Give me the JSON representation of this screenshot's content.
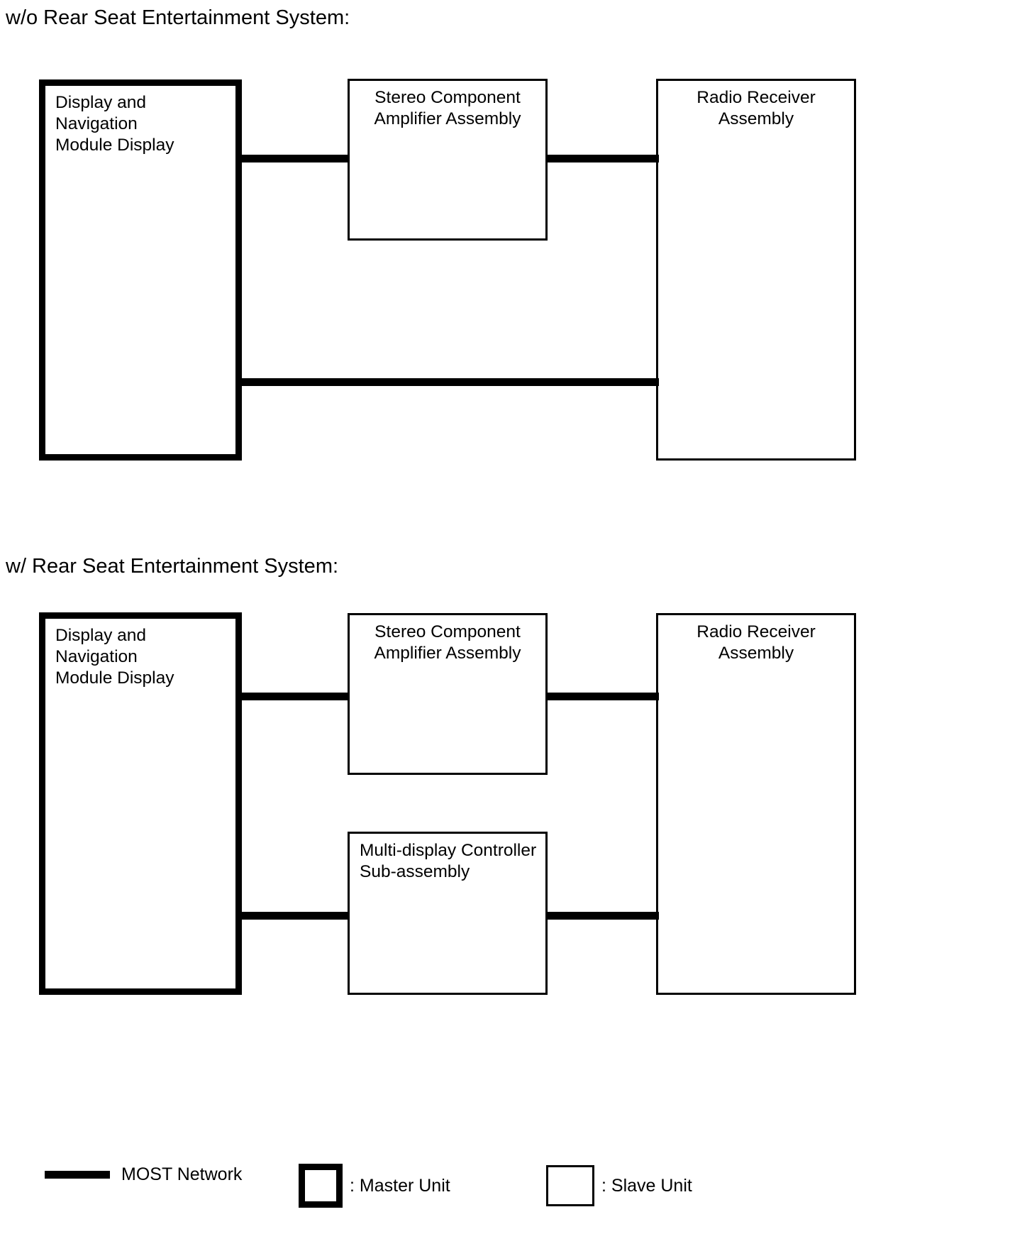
{
  "diagrams": [
    {
      "heading": "w/o Rear Seat Entertainment System:",
      "nodes": [
        {
          "id": "dnm",
          "label": "Display and Navigation\nModule Display",
          "unit": "master",
          "align": "left"
        },
        {
          "id": "amp",
          "label": "Stereo Component\nAmplifier Assembly",
          "unit": "slave",
          "align": "center"
        },
        {
          "id": "radio",
          "label": "Radio Receiver\nAssembly",
          "unit": "slave",
          "align": "center"
        }
      ],
      "links": [
        {
          "from": "dnm",
          "to": "amp",
          "type": "most-network"
        },
        {
          "from": "amp",
          "to": "radio",
          "type": "most-network"
        },
        {
          "from": "dnm",
          "to": "radio",
          "type": "most-network"
        }
      ]
    },
    {
      "heading": "w/ Rear Seat Entertainment System:",
      "nodes": [
        {
          "id": "dnm2",
          "label": "Display and Navigation\nModule Display",
          "unit": "master",
          "align": "left"
        },
        {
          "id": "amp2",
          "label": "Stereo Component\nAmplifier Assembly",
          "unit": "slave",
          "align": "center"
        },
        {
          "id": "radio2",
          "label": "Radio Receiver\nAssembly",
          "unit": "slave",
          "align": "center"
        },
        {
          "id": "mdc",
          "label": "Multi-display Controller\nSub-assembly",
          "unit": "slave",
          "align": "left"
        }
      ],
      "links": [
        {
          "from": "dnm2",
          "to": "amp2",
          "type": "most-network"
        },
        {
          "from": "amp2",
          "to": "radio2",
          "type": "most-network"
        },
        {
          "from": "dnm2",
          "to": "mdc",
          "type": "most-network"
        },
        {
          "from": "mdc",
          "to": "radio2",
          "type": "most-network"
        }
      ]
    }
  ],
  "legend": {
    "items": [
      {
        "symbol": "thick-line",
        "label": "MOST Network"
      },
      {
        "symbol": "thick-box",
        "label": ": Master Unit"
      },
      {
        "symbol": "thin-box",
        "label": ": Slave Unit"
      }
    ]
  },
  "colors": {
    "stroke": "#000000",
    "background": "#ffffff"
  }
}
